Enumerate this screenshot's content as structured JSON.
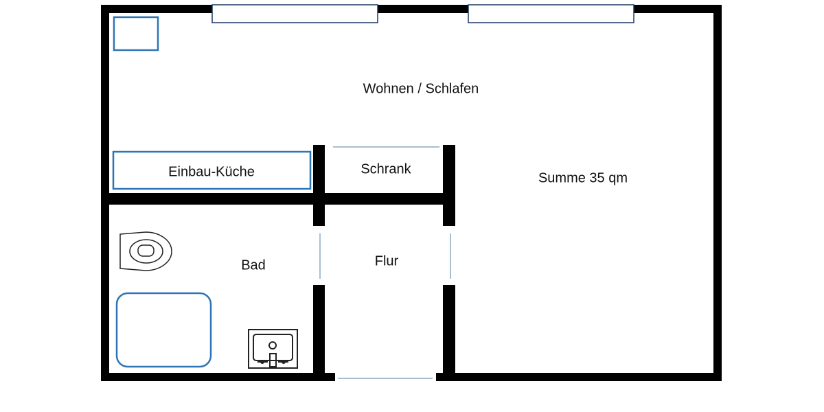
{
  "plan": {
    "rooms": {
      "living": "Wohnen / Schlafen",
      "kitchen": "Einbau-Küche",
      "closet": "Schrank",
      "bath": "Bad",
      "hall": "Flur"
    },
    "total_area": "Summe 35 qm"
  },
  "colors": {
    "wall": "#000000",
    "fixture": "#2e75b6",
    "window": "#1f3864",
    "door_line": "#8ea9c1"
  }
}
